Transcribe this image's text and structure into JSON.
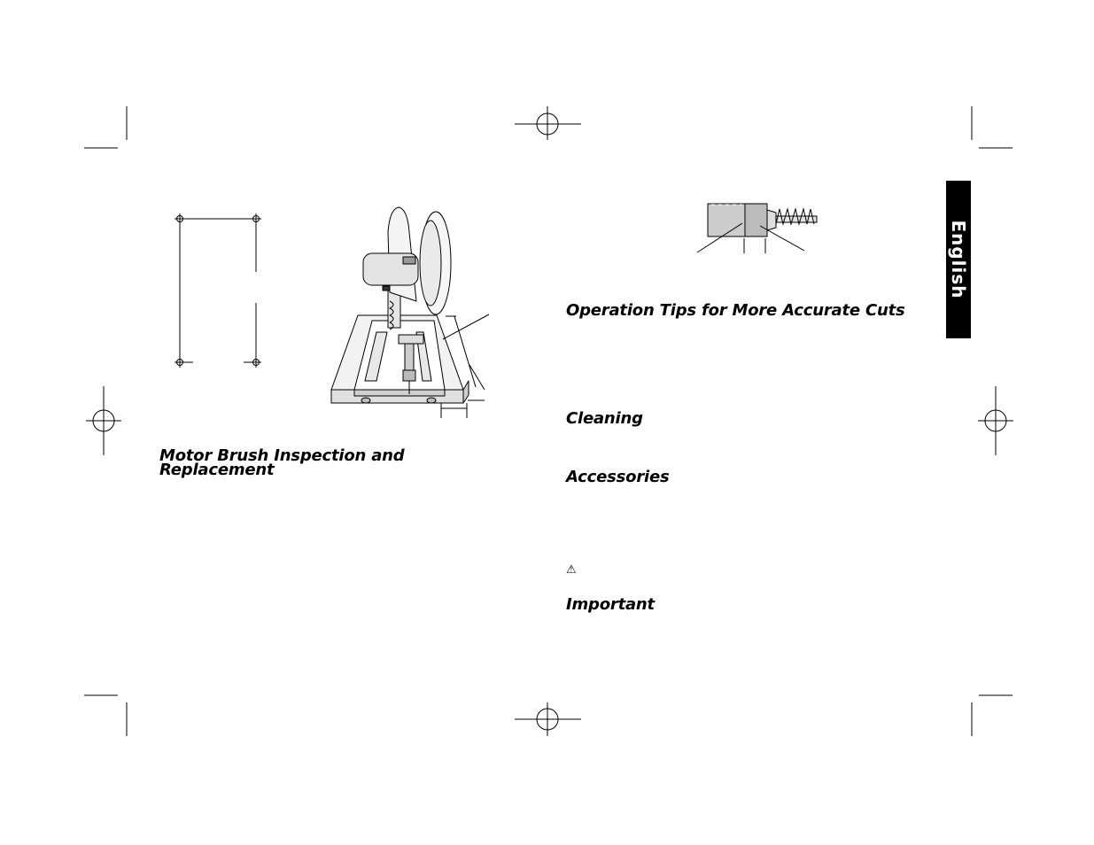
{
  "side_tab": {
    "label": "English"
  },
  "headings": {
    "motor_brush_line1": "Motor Brush Inspection and",
    "motor_brush_line2": "Replacement",
    "operation_tips": "Operation Tips for More Accurate Cuts",
    "cleaning": "Cleaning",
    "accessories": "Accessories",
    "important": "Important"
  },
  "warning_symbol": "⚠",
  "icons": {
    "registration_mark": "crosshair-registration-icon",
    "warning": "warning-triangle-icon"
  }
}
